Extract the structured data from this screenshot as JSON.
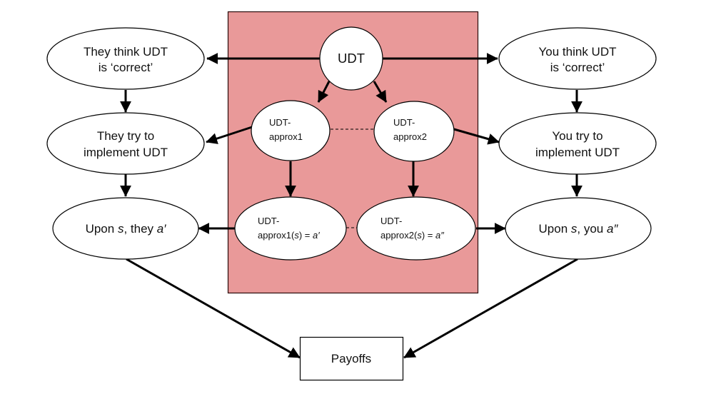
{
  "colors": {
    "region_fill": "#E99999",
    "region_stroke": "#2a0a0a",
    "node_fill": "#ffffff",
    "stroke": "#000000",
    "background": "#ffffff"
  },
  "nodes": {
    "udt": {
      "label": "UDT"
    },
    "approx1": {
      "line1": "UDT-",
      "line2": "approx1"
    },
    "approx2": {
      "line1": "UDT-",
      "line2": "approx2"
    },
    "approx1_s": {
      "line1": "UDT-",
      "line2_pre": "approx1(",
      "line2_var": "s",
      "line2_mid": ") = ",
      "line2_out": "a′"
    },
    "approx2_s": {
      "line1": "UDT-",
      "line2_pre": "approx2(",
      "line2_var": "s",
      "line2_mid": ") = ",
      "line2_out": "a″"
    },
    "they_think": {
      "line1": "They think UDT",
      "line2": "is ‘correct’"
    },
    "they_try": {
      "line1": "They try to",
      "line2": "implement UDT"
    },
    "they_upon": {
      "pre": "Upon ",
      "var": "s",
      "mid": ", they ",
      "out": "a′"
    },
    "you_think": {
      "line1": "You think UDT",
      "line2": "is ‘correct’"
    },
    "you_try": {
      "line1": "You try to",
      "line2": "implement UDT"
    },
    "you_upon": {
      "pre": "Upon ",
      "var": "s",
      "mid": ", you ",
      "out": "a″"
    },
    "payoffs": {
      "label": "Payoffs"
    }
  },
  "edges": [
    {
      "from": "udt",
      "to": "they_think",
      "style": "solid"
    },
    {
      "from": "udt",
      "to": "you_think",
      "style": "solid"
    },
    {
      "from": "udt",
      "to": "approx1",
      "style": "solid"
    },
    {
      "from": "udt",
      "to": "approx2",
      "style": "solid"
    },
    {
      "from": "approx1",
      "to": "approx2",
      "style": "dashed",
      "directed": false
    },
    {
      "from": "approx1",
      "to": "they_try",
      "style": "solid"
    },
    {
      "from": "approx2",
      "to": "you_try",
      "style": "solid"
    },
    {
      "from": "approx1",
      "to": "approx1_s",
      "style": "solid"
    },
    {
      "from": "approx2",
      "to": "approx2_s",
      "style": "solid"
    },
    {
      "from": "approx1_s",
      "to": "approx2_s",
      "style": "dashed",
      "directed": false
    },
    {
      "from": "approx1_s",
      "to": "they_upon",
      "style": "solid"
    },
    {
      "from": "approx2_s",
      "to": "you_upon",
      "style": "solid"
    },
    {
      "from": "they_think",
      "to": "they_try",
      "style": "solid"
    },
    {
      "from": "they_try",
      "to": "they_upon",
      "style": "solid"
    },
    {
      "from": "you_think",
      "to": "you_try",
      "style": "solid"
    },
    {
      "from": "you_try",
      "to": "you_upon",
      "style": "solid"
    },
    {
      "from": "they_upon",
      "to": "payoffs",
      "style": "solid"
    },
    {
      "from": "you_upon",
      "to": "payoffs",
      "style": "solid"
    }
  ]
}
